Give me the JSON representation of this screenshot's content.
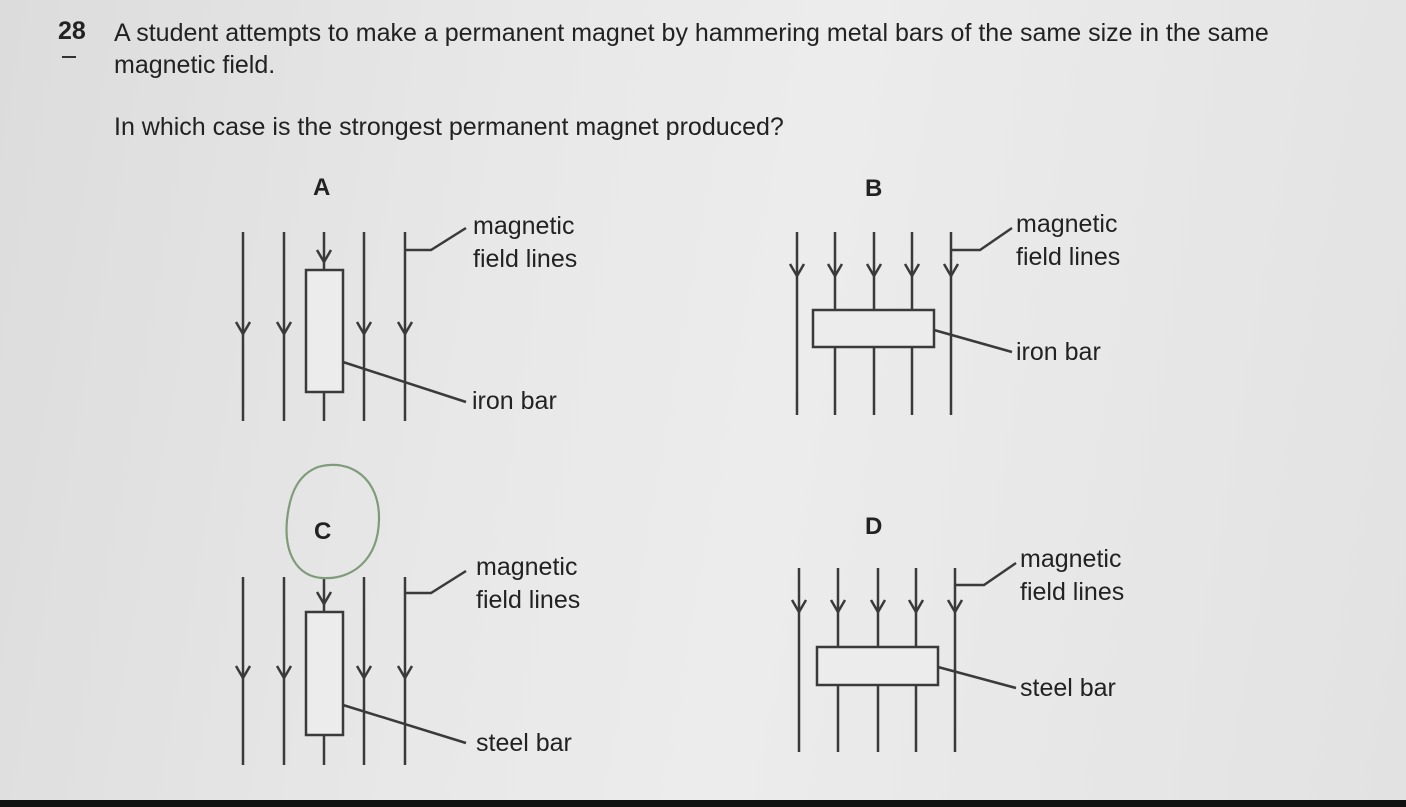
{
  "question": {
    "number": "28",
    "text": "A student attempts to make a permanent magnet by hammering metal bars of the same size in the same magnetic field.",
    "prompt": "In which case is the strongest permanent magnet produced?"
  },
  "options": [
    {
      "letter": "A",
      "field_label": "magnetic\nfield lines",
      "bar_label": "iron bar",
      "orientation": "parallel"
    },
    {
      "letter": "B",
      "field_label": "magnetic\nfield lines",
      "bar_label": "iron bar",
      "orientation": "perpendicular"
    },
    {
      "letter": "C",
      "field_label": "magnetic\nfield lines",
      "bar_label": "steel bar",
      "orientation": "parallel",
      "circled": true
    },
    {
      "letter": "D",
      "field_label": "magnetic\nfield lines",
      "bar_label": "steel bar",
      "orientation": "perpendicular"
    }
  ],
  "colors": {
    "ink": "#3a3a3a",
    "circle_mark": "#7f9c7a"
  }
}
